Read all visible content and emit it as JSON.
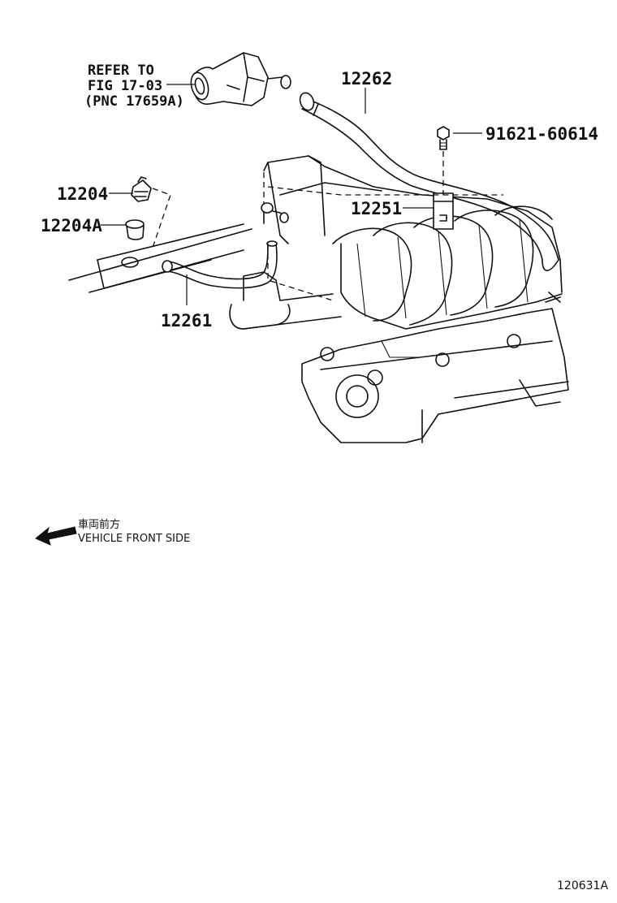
{
  "refer": {
    "line1": "REFER TO",
    "line2": "FIG 17-03",
    "line3": "(PNC 17659A)"
  },
  "parts": {
    "p12262": "12262",
    "p91621": "91621-60614",
    "p12204": "12204",
    "p12204A": "12204A",
    "p12251": "12251",
    "p12261": "12261"
  },
  "direction": {
    "jp": "車両前方",
    "en": "VEHICLE FRONT SIDE"
  },
  "illustration_code": "120631A"
}
